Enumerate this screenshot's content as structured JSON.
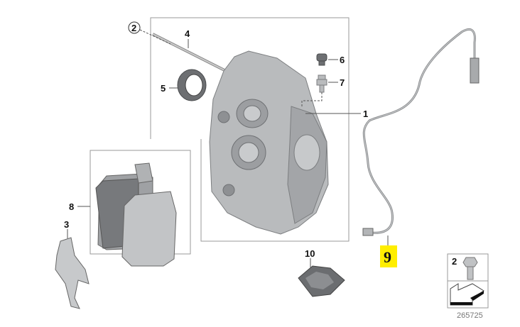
{
  "diagram": {
    "callouts": {
      "circled_2": "2",
      "guide_pin": "4",
      "cap": "6",
      "bleed_valve": "7",
      "seal_ring": "5",
      "caliper": "1",
      "pads": "8",
      "spring": "3",
      "grease": "10",
      "wear_sensor": "9"
    },
    "legend_box": {
      "bolt_label": "2"
    },
    "diagram_number": "265725",
    "highlight_color": "#ffee00"
  }
}
